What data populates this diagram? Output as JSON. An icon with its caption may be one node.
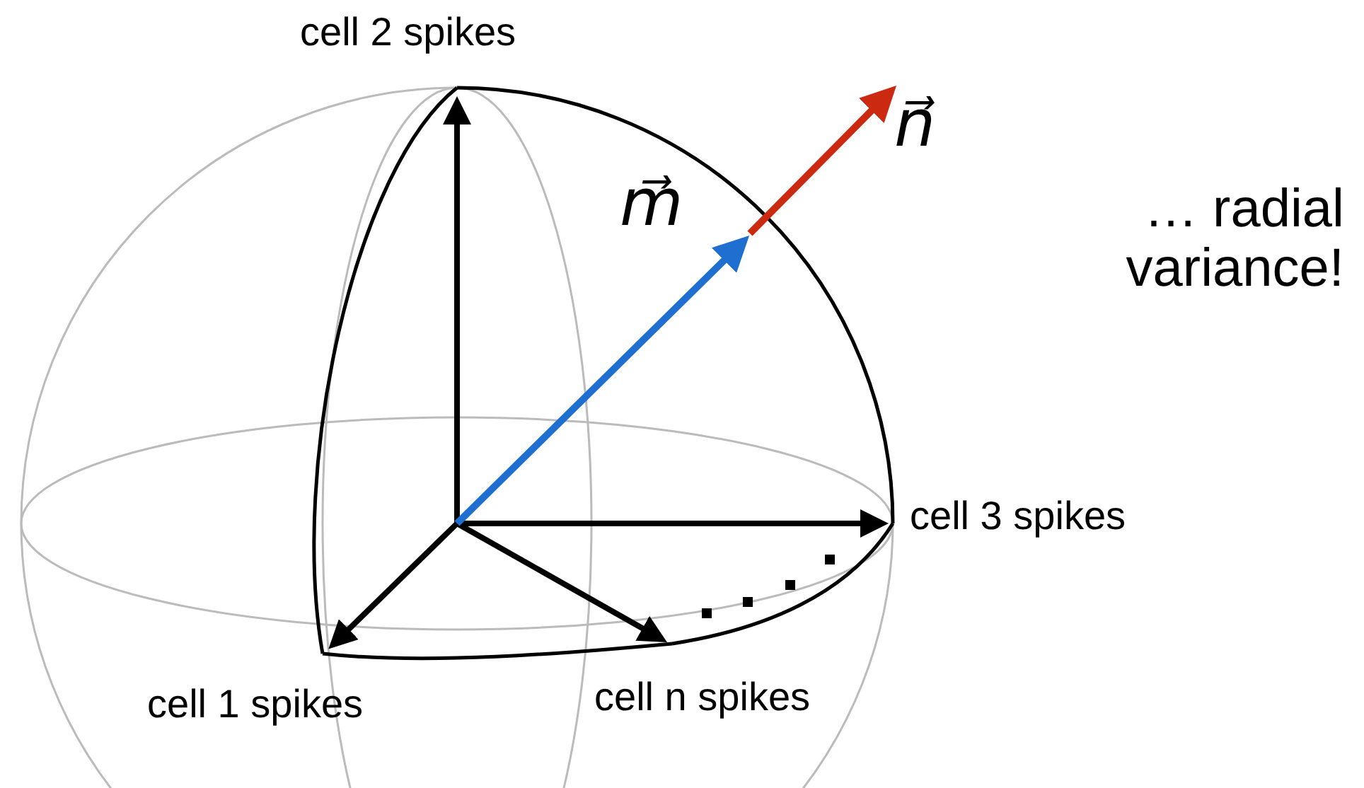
{
  "diagram": {
    "labels": [
      "cell 2 spikes",
      "m⃗",
      "n⃗",
      "… radial variance!",
      "cell 3 spikes",
      "cell 1 spikes",
      "cell n spikes"
    ]
  }
}
